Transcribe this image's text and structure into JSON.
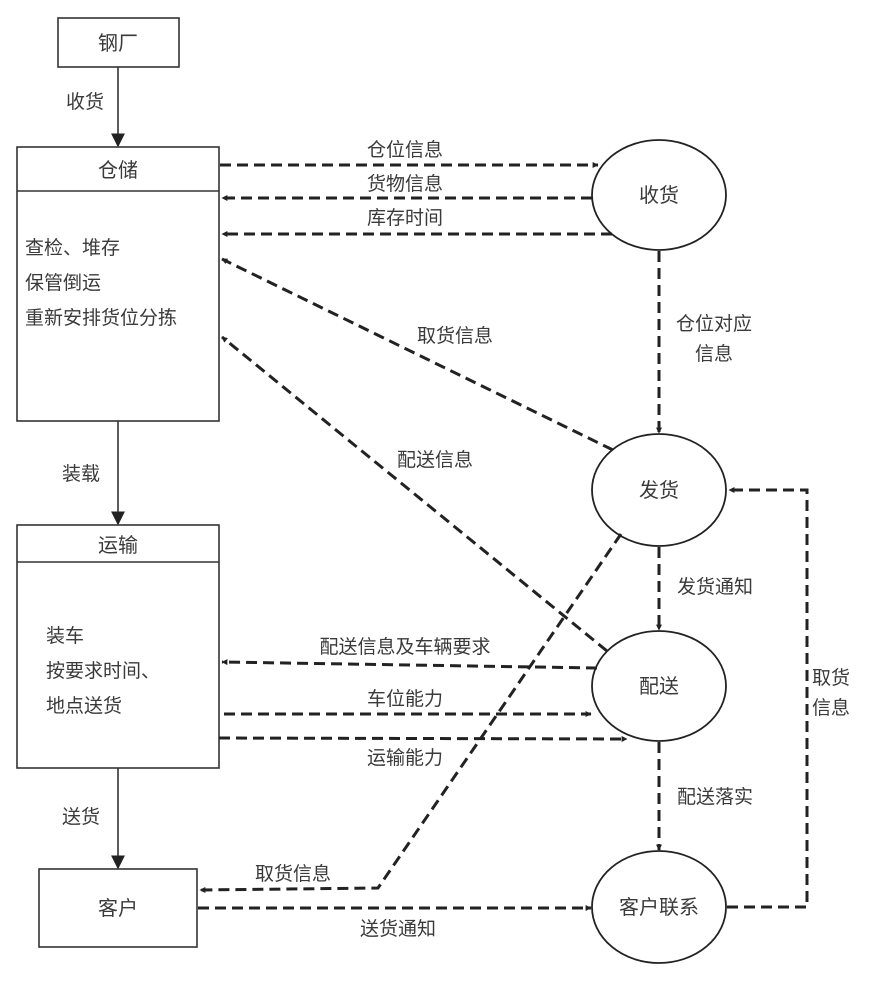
{
  "nodes": {
    "steel_mill": "钢厂",
    "warehouse": {
      "title": "仓储",
      "lines": [
        "查检、堆存",
        "保管倒运",
        "重新安排货位分拣"
      ]
    },
    "transport": {
      "title": "运输",
      "lines": [
        "装车",
        "按要求时间、",
        "地点送货"
      ]
    },
    "customer": "客户",
    "receiving": "收货",
    "shipping": "发货",
    "delivery": "配送",
    "customer_contact": "客户联系"
  },
  "flows": {
    "mill_to_warehouse": "收货",
    "warehouse_to_transport": "装载",
    "transport_to_customer": "送货",
    "location_info": "仓位信息",
    "goods_info": "货物信息",
    "storage_time": "库存时间",
    "location_mapping": [
      "仓位对应",
      "信息"
    ],
    "pickup_info_warehouse": "取货信息",
    "delivery_info_warehouse": "配送信息",
    "shipping_notice": "发货通知",
    "delivery_info_vehicle": "配送信息及车辆要求",
    "vehicle_capacity": "车位能力",
    "transport_capacity": "运输能力",
    "delivery_confirmed": "配送落实",
    "pickup_info_customer": "取货信息",
    "delivery_notice": "送货通知",
    "pickup_info_loop": [
      "取货",
      "信息"
    ]
  }
}
